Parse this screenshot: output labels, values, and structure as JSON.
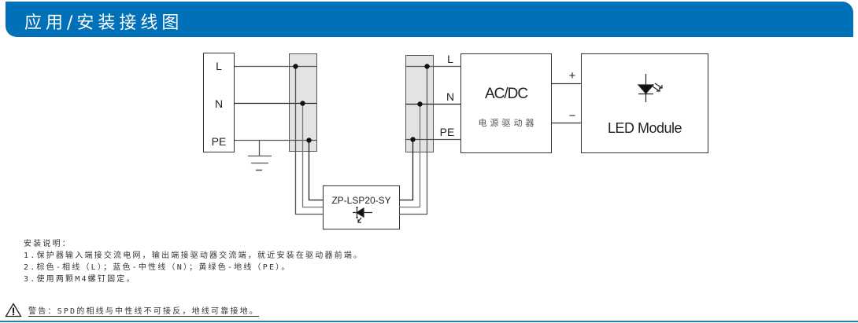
{
  "header": {
    "title": "应用/安装接线图",
    "background_color": "#0070b8"
  },
  "diagram": {
    "mains_terminal": {
      "labels": [
        "L",
        "N",
        "PE"
      ]
    },
    "driver_input_labels": [
      "L",
      "N",
      "PE"
    ],
    "spd_device": {
      "model": "ZP-LSP20-SY",
      "symbol": "tvs-diode-icon"
    },
    "driver": {
      "title": "AC/DC",
      "subtitle": "电源驱动器"
    },
    "driver_output_labels": {
      "plus": "+",
      "minus": "−"
    },
    "led_module": {
      "label": "LED Module",
      "symbol": "led-icon"
    },
    "ground_symbol": "ground-icon",
    "terminal_block_color": "#e3e3e6"
  },
  "instructions": {
    "heading": "安装说明：",
    "items": [
      "1.保护器输入端接交流电网，输出端接驱动器交流端，就近安装在驱动器前端。",
      "2.棕色-相线（L）；蓝色-中性线（N）；黄绿色-地线（PE）。",
      "3.使用两颗M4螺钉固定。"
    ]
  },
  "warning": {
    "icon": "warning-triangle-icon",
    "text": "警告：SPD的相线与中性线不可接反，地线可靠接地。"
  }
}
